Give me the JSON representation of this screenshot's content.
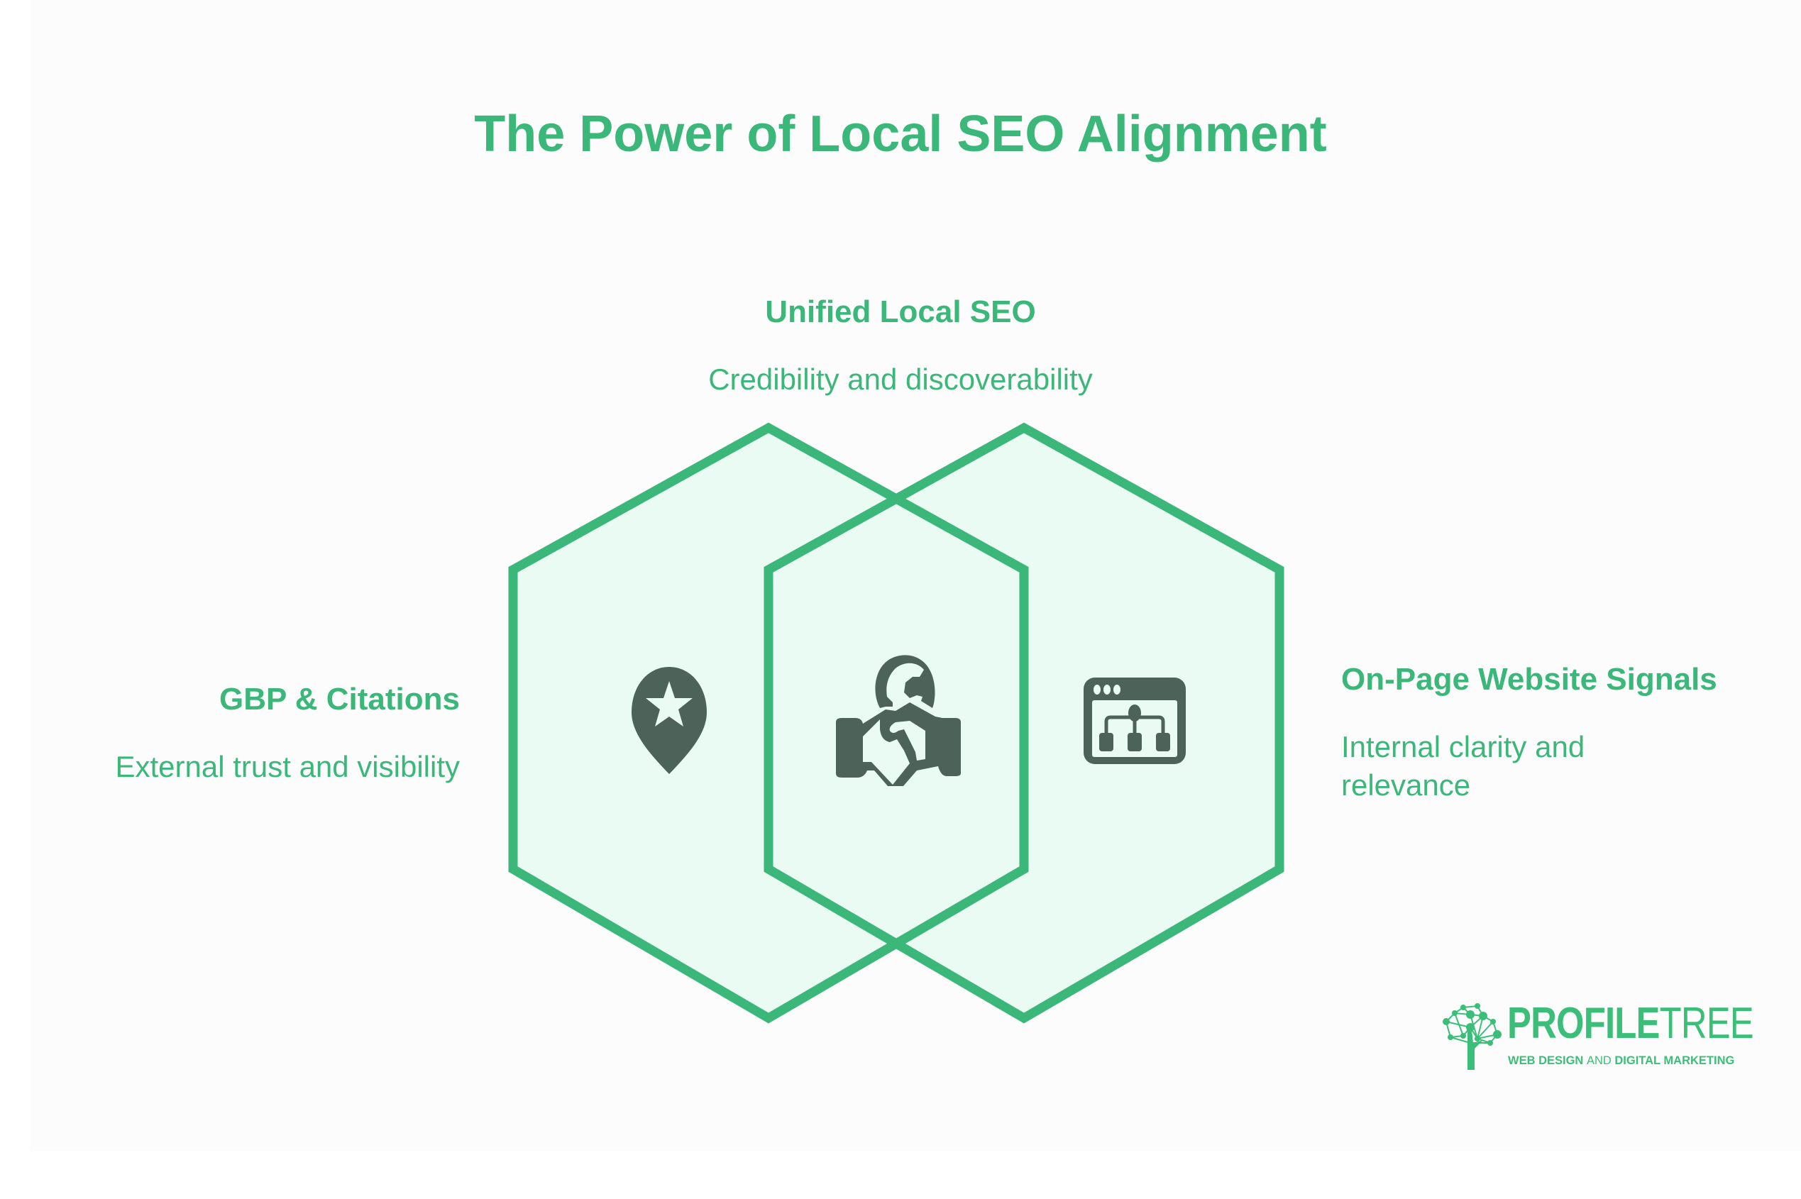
{
  "title": "The Power of Local SEO Alignment",
  "colors": {
    "accent": "#3bb77a",
    "hex_fill": "#eafbf3",
    "icon": "#4d6359",
    "background": "#fcfcfc"
  },
  "diagram": {
    "center": {
      "title": "Unified Local SEO",
      "subtitle": "Credibility and discoverability",
      "icon": "handshake-globe-icon"
    },
    "left": {
      "title": "GBP & Citations",
      "subtitle": "External trust and visibility",
      "icon": "map-pin-star-icon"
    },
    "right": {
      "title": "On-Page Website Signals",
      "subtitle_line1": "Internal clarity and",
      "subtitle_line2": "relevance",
      "icon": "browser-sitemap-icon"
    }
  },
  "logo": {
    "word_bold": "PROFILE",
    "word_light": "TREE",
    "tag_part1": "WEB DESIGN ",
    "tag_part2": "AND",
    "tag_part3": " DIGITAL MARKETING",
    "icon": "tree-network-icon"
  }
}
